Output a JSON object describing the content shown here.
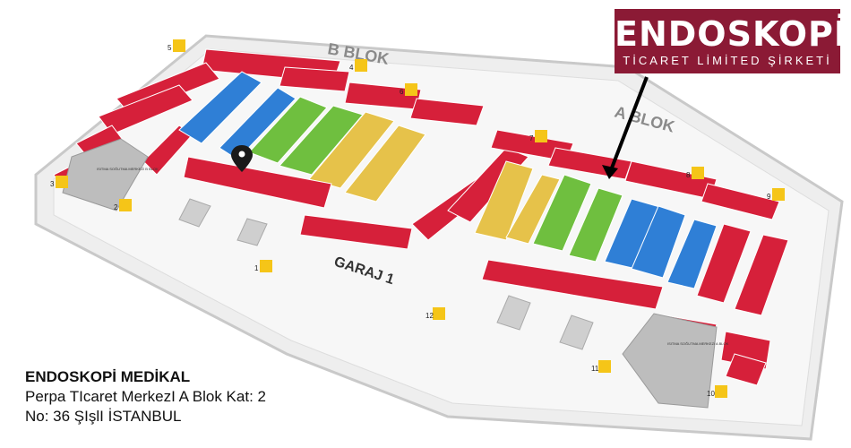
{
  "logo": {
    "name": "ENDOSKOPİ",
    "subtitle": "TİCARET LİMİTED ŞİRKETİ"
  },
  "address": {
    "company": "ENDOSKOPİ MEDİKAL",
    "line1": "Perpa TIcaret MerkezI A Blok Kat: 2",
    "line2": "No: 36 ŞIşlI İSTANBUL"
  },
  "map": {
    "block_b": "B BLOK",
    "block_a": "A BLOK",
    "garage": "GARAJ 1",
    "heating_center_b": "ISITMA SOĞUTMA MERKEZİ B BLOK",
    "heating_center_a": "ISITMA SOĞUTMA MERKEZİ A BLOK",
    "entrance_markers": [
      "1",
      "2",
      "3",
      "4",
      "5",
      "6",
      "7",
      "8",
      "9",
      "10",
      "11",
      "12"
    ],
    "colors": {
      "red_zone": "#d6203a",
      "blue_zone": "#2f7fd6",
      "green_zone": "#6fbf3f",
      "yellow_zone": "#e6c24a",
      "floor": "#f2f2f2",
      "logo_bg": "#8b1a35"
    },
    "location_marker": "map-pin-icon"
  }
}
